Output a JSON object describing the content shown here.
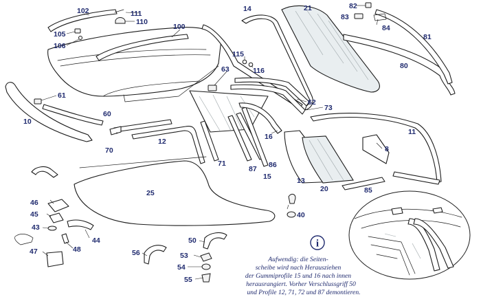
{
  "labels": {
    "l102": "102",
    "l111": "111",
    "l110": "110",
    "l105": "105",
    "l106": "106",
    "l100": "100",
    "l14": "14",
    "l21": "21",
    "l82": "82",
    "l83": "83",
    "l84": "84",
    "l81": "81",
    "l80": "80",
    "l115": "115",
    "l116": "116",
    "l63": "63",
    "l61": "61",
    "l60": "60",
    "l10": "10",
    "l62": "62",
    "l73": "73",
    "l70": "70",
    "l12": "12",
    "l16": "16",
    "l11": "11",
    "l8": "8",
    "l71": "71",
    "l87": "87",
    "l86": "86",
    "l15": "15",
    "l13": "13",
    "l20": "20",
    "l85": "85",
    "l25": "25",
    "l40": "40",
    "l46": "46",
    "l45": "45",
    "l43": "43",
    "l48": "48",
    "l44": "44",
    "l47": "47",
    "l56": "56",
    "l50": "50",
    "l53": "53",
    "l54": "54",
    "l55": "55"
  },
  "note": {
    "icon_letter": "i",
    "lines": [
      "Aufwendig: die Seiten-",
      "scheibe wird nach Herausziehen",
      "der Gummiprofile 15 und 16 nach innen",
      "herausrangiert. Vorher Verschlussgriff 50",
      "und Profile 12, 71, 72 und 87 demontieren."
    ]
  },
  "colors": {
    "label": "#1f2a6e",
    "line": "#1a1a1a",
    "glass": "#e9eef0"
  }
}
